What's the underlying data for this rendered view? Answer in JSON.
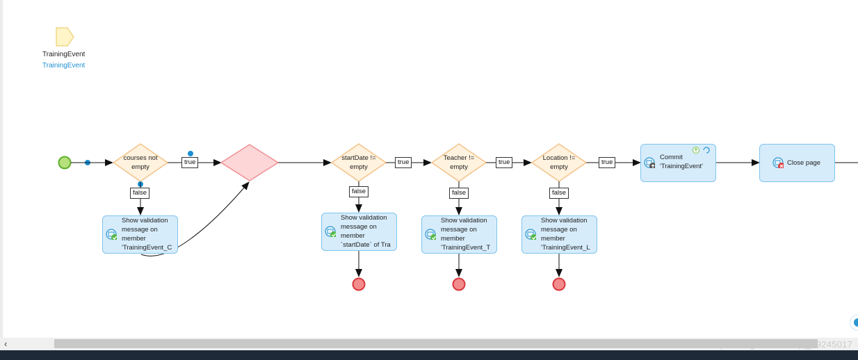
{
  "parameter": {
    "name": "TrainingEvent",
    "type": "TrainingEvent"
  },
  "decisions": [
    {
      "id": "courses",
      "line1": "courses not",
      "line2": "empty"
    },
    {
      "id": "startDate",
      "line1": "startDate !=",
      "line2": "empty"
    },
    {
      "id": "teacher",
      "line1": "Teacher !=",
      "line2": "empty"
    },
    {
      "id": "location",
      "line1": "Location !=",
      "line2": "empty"
    }
  ],
  "edge_labels": {
    "true": "true",
    "false": "false"
  },
  "validation_activities": [
    {
      "text": "Show validation\nmessage on\nmember\n'TrainingEvent_C"
    },
    {
      "text": "Show validation\nmessage on\nmember\n`startDate` of Tra"
    },
    {
      "text": "Show validation\nmessage on\nmember\n'TrainingEvent_T"
    },
    {
      "text": "Show validation\nmessage on\nmember\n'TrainingEvent_L"
    }
  ],
  "commit_activity": {
    "text": "Commit\n'TrainingEvent'"
  },
  "close_activity": {
    "text": "Close page"
  },
  "watermark": "https://blog.csdn.net/qq_39245017",
  "colors": {
    "start_fill": "#b5e07c",
    "start_stroke": "#5fae2b",
    "end_fill": "#f28c8c",
    "end_stroke": "#d8363b",
    "decision_fill": "#fff2de",
    "decision_stroke": "#f2c38b",
    "merge_fill": "#fdd7d7",
    "merge_stroke": "#ef8f93",
    "activity_fill": "#d6ecfb",
    "activity_stroke": "#7ec4ec",
    "dot": "#1a8fd3"
  },
  "icons": [
    "parameter-icon",
    "show-message-icon",
    "commit-icon",
    "close-page-icon",
    "error-badge-icon",
    "success-badge-icon"
  ]
}
